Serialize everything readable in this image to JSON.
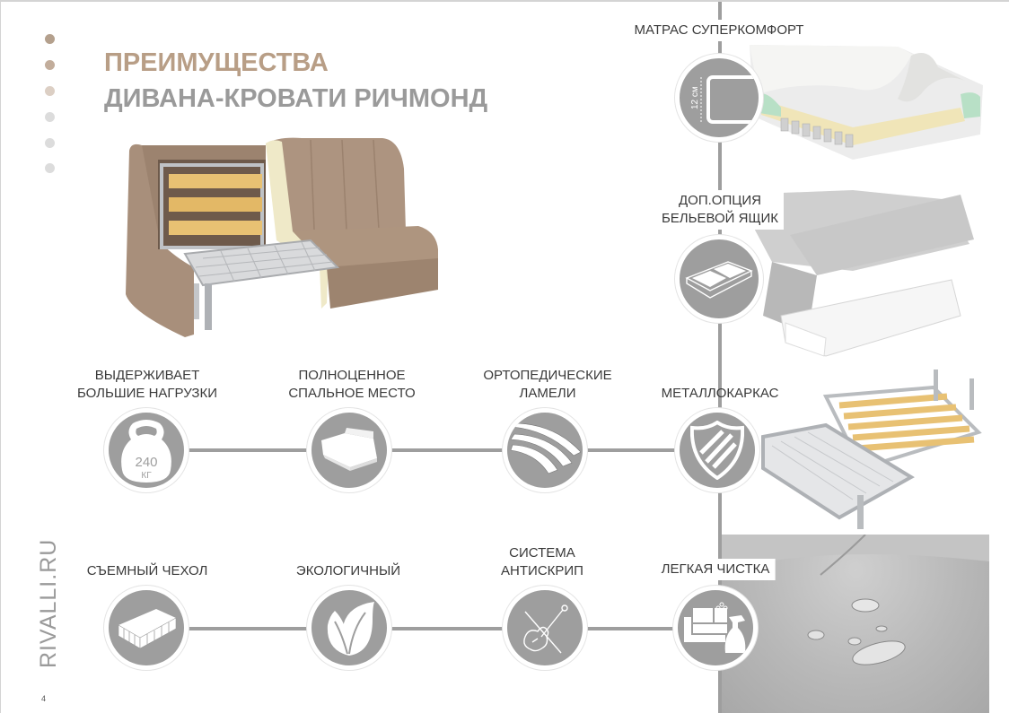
{
  "header": {
    "title_line1": "ПРЕИМУЩЕСТВА",
    "title_line2": "ДИВАНА-КРОВАТИ РИЧМОНД",
    "title_color_line1": "#b89e86",
    "title_color_line2": "#9a9a9a"
  },
  "nav_dots": [
    {
      "color": "#b4a08d"
    },
    {
      "color": "#c2ad9b"
    },
    {
      "color": "#dccfc4"
    },
    {
      "color": "#dcdcdc"
    },
    {
      "color": "#dcdcdc"
    },
    {
      "color": "#dcdcdc"
    }
  ],
  "features_row1": [
    {
      "label_line1": "ВЫДЕРЖИВАЕТ",
      "label_line2": "БОЛЬШИЕ НАГРУЗКИ",
      "icon": "kettlebell-icon",
      "icon_value": "240",
      "icon_unit": "КГ"
    },
    {
      "label_line1": "ПОЛНОЦЕННОЕ",
      "label_line2": "СПАЛЬНОЕ МЕСТО",
      "icon": "bed-icon"
    },
    {
      "label_line1": "ОРТОПЕДИЧЕСКИЕ",
      "label_line2": "ЛАМЕЛИ",
      "icon": "slats-icon"
    },
    {
      "label_line1": "МЕТАЛЛОКАРКАС",
      "label_line2": "",
      "icon": "shield-icon"
    }
  ],
  "features_row2": [
    {
      "label_line1": "СЪЕМНЫЙ ЧЕХОЛ",
      "label_line2": "",
      "icon": "mattress-cover-icon"
    },
    {
      "label_line1": "ЭКОЛОГИЧНЫЙ",
      "label_line2": "",
      "icon": "leaf-icon"
    },
    {
      "label_line1": "СИСТЕМА",
      "label_line2": "АНТИСКРИП",
      "icon": "no-violin-icon"
    },
    {
      "label_line1": "ЛЕГКАЯ ЧИСТКА",
      "label_line2": "",
      "icon": "sofa-spray-icon"
    }
  ],
  "right_column": {
    "mattress_label": "МАТРАС СУПЕРКОМФОРТ",
    "mattress_thickness": "12 см",
    "storage_label_line1": "ДОП.ОПЦИЯ",
    "storage_label_line2": "БЕЛЬЕВОЙ ЯЩИК"
  },
  "footer": {
    "brand": "RIVALLI.RU",
    "page_number": "4"
  },
  "colors": {
    "icon_gray": "#9e9e9e",
    "sofa_fabric": "#a88f7b",
    "slat_wood": "#e8c173"
  }
}
